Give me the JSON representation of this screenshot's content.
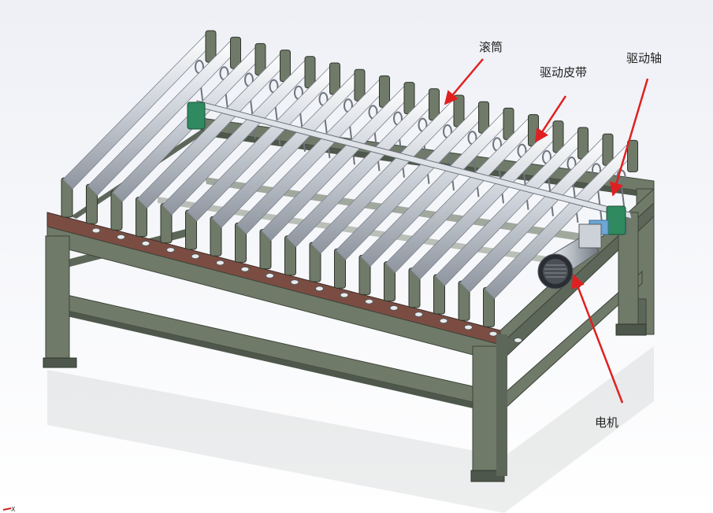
{
  "labels": {
    "roller": "滚筒",
    "drive_belt": "驱动皮带",
    "drive_shaft": "驱动轴",
    "motor": "电机"
  },
  "colors": {
    "frame": "#6f7a68",
    "frame_dark": "#4e574b",
    "rail": "#7b4d42",
    "roller": "#e6e9ee",
    "motor": "#bcc2c9",
    "bearing": "#2f8a5f",
    "arrow": "#e02020",
    "background_top": "#eef0f6",
    "background_bottom": "#ffffff"
  },
  "counts": {
    "rollers": 18
  }
}
